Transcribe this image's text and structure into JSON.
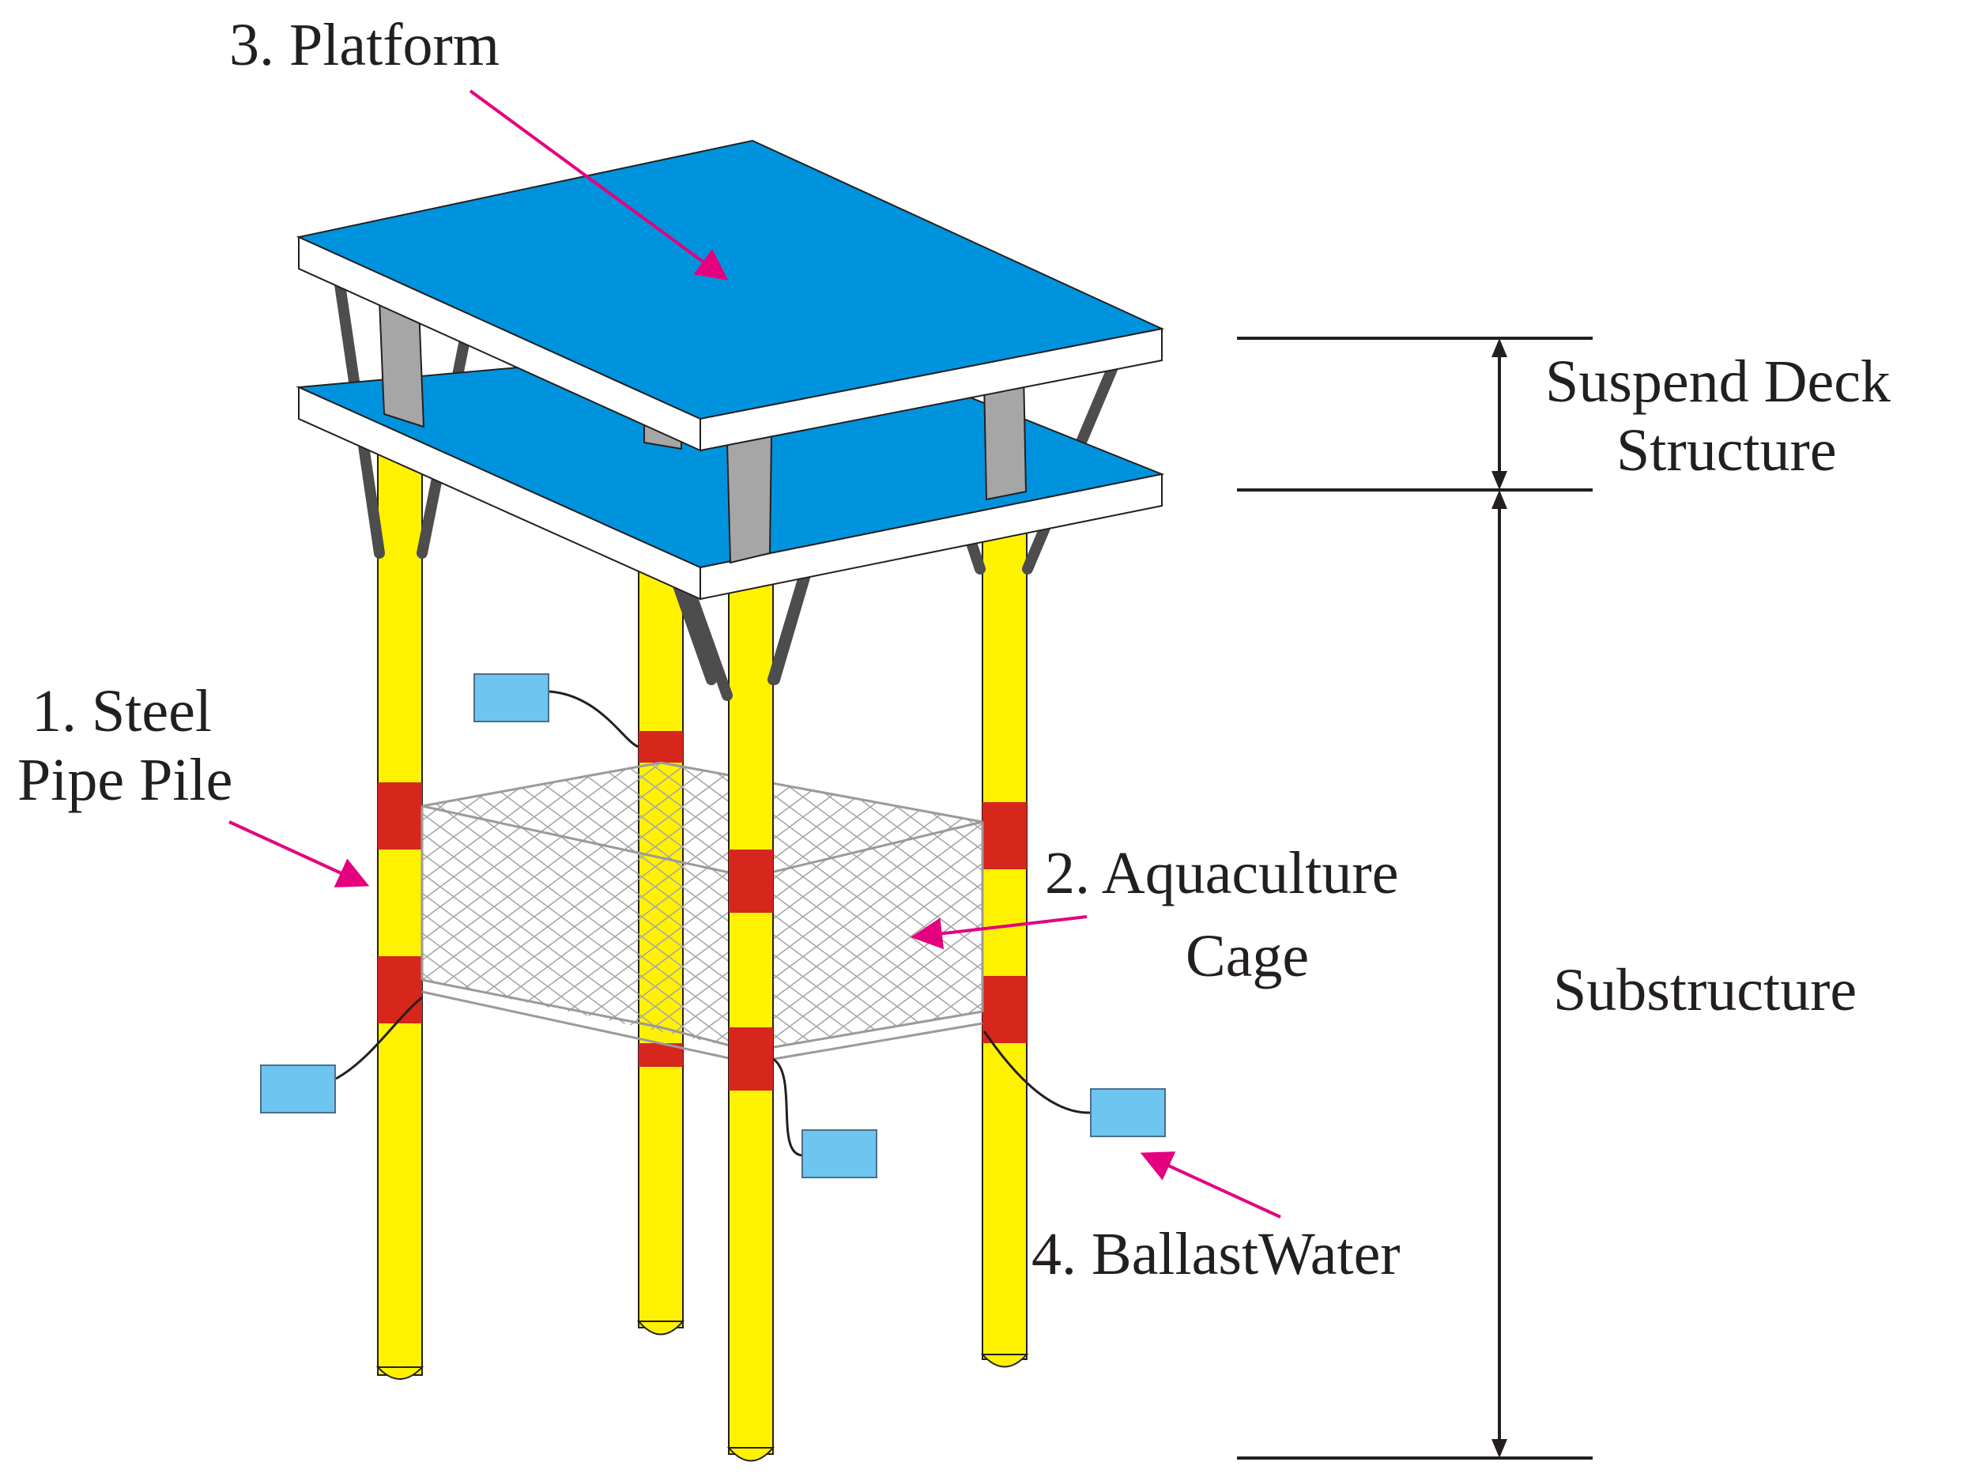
{
  "labels": {
    "platform": "3. Platform",
    "steel_pile_line1": "1. Steel",
    "steel_pile_line2": "Pipe Pile",
    "cage_line1": "2. Aquaculture",
    "cage_line2": "Cage",
    "ballast": "4. BallastWater",
    "suspend_line1": "Suspend Deck",
    "suspend_line2": "Structure",
    "substructure": "Substructure"
  },
  "colors": {
    "deck": "#0093dd",
    "pile": "#fff200",
    "band": "#d7261b",
    "sensor": "#6ec5ef",
    "pointer": "#e4007f",
    "post": "#a6a6a6",
    "brace": "#4d4d4d"
  }
}
